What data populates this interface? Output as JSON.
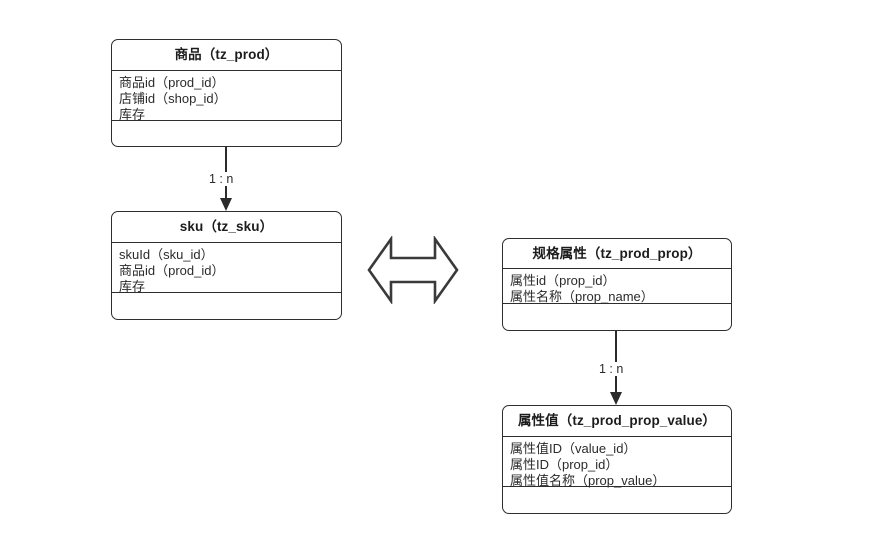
{
  "diagram": {
    "title": "",
    "stroke_color": "#2e2e2e",
    "text_color": "#2b2b2b",
    "background": "#ffffff"
  },
  "entities": [
    {
      "id": "tz_prod",
      "title": "商品（tz_prod）",
      "attributes": [
        "商品id（prod_id）",
        "店铺id（shop_id）",
        "库存"
      ],
      "operations": []
    },
    {
      "id": "tz_sku",
      "title": "sku（tz_sku）",
      "attributes": [
        "skuId（sku_id）",
        "商品id（prod_id）",
        "库存"
      ],
      "operations": []
    },
    {
      "id": "tz_prod_prop",
      "title": "规格属性（tz_prod_prop）",
      "attributes": [
        "属性id（prop_id）",
        "属性名称（prop_name）"
      ],
      "operations": []
    },
    {
      "id": "tz_prod_prop_value",
      "title": "属性值（tz_prod_prop_value）",
      "attributes": [
        "属性值ID（value_id）",
        "属性ID（prop_id）",
        "属性值名称（prop_value）"
      ],
      "operations": []
    }
  ],
  "relations": [
    {
      "id": "prod-to-sku",
      "from": "tz_prod",
      "to": "tz_sku",
      "label": "1 : n"
    },
    {
      "id": "prop-to-prop-value",
      "from": "tz_prod_prop",
      "to": "tz_prod_prop_value",
      "label": "1 : n"
    }
  ],
  "symbols": [
    {
      "id": "sku-prop-link",
      "name": "double-headed-arrow",
      "label": ""
    }
  ]
}
